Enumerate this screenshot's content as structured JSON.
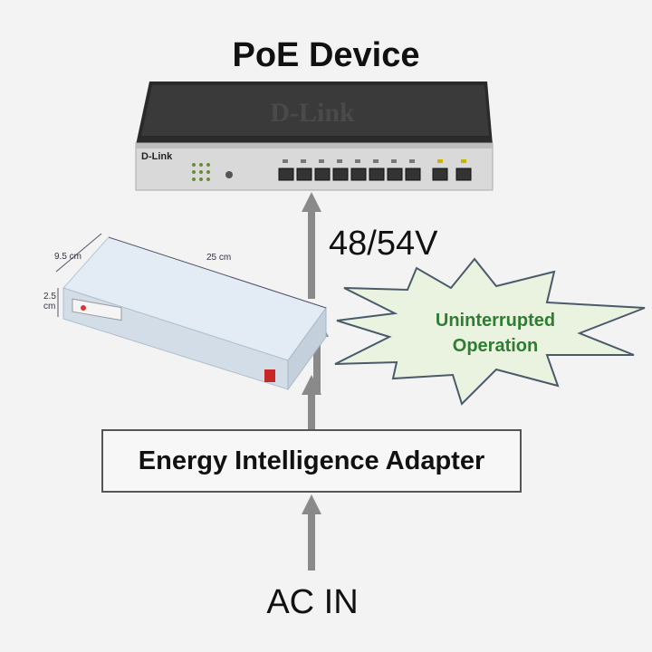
{
  "title": "PoE Device",
  "voltage_label": "48/54V",
  "ac_in_label": "AC IN",
  "adapter_label": "Energy Intelligence Adapter",
  "starburst_label": "Uninterrupted Operation",
  "switch": {
    "brand": "D-Link",
    "front_brand": "D-Link"
  },
  "device_dimensions": {
    "depth": "9.5 cm",
    "length": "25 cm",
    "height": "2.5 cm"
  },
  "colors": {
    "arrow": "#8a8a8a",
    "starburst_fill": "#e9f3df",
    "starburst_text": "#2e7d32",
    "switch_body": "#2b2b2b",
    "adapter_device": "#dce8f2"
  }
}
